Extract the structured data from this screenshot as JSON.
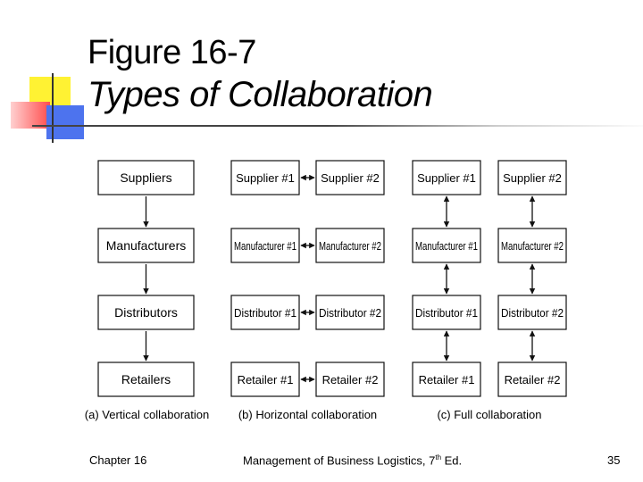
{
  "title": {
    "figure": "Figure 16-7",
    "subtitle": "Types of Collaboration"
  },
  "diagram": {
    "vertical": {
      "labels": [
        "Suppliers",
        "Manufacturers",
        "Distributors",
        "Retailers"
      ],
      "caption": "(a) Vertical collaboration"
    },
    "horizontal": {
      "rows": [
        [
          "Supplier #1",
          "Supplier #2"
        ],
        [
          "Manufacturer #1",
          "Manufacturer #2"
        ],
        [
          "Distributor #1",
          "Distributor #2"
        ],
        [
          "Retailer #1",
          "Retailer #2"
        ]
      ],
      "caption": "(b) Horizontal collaboration"
    },
    "full": {
      "rows": [
        [
          "Supplier #1",
          "Supplier #2"
        ],
        [
          "Manufacturer #1",
          "Manufacturer #2"
        ],
        [
          "Distributor #1",
          "Distributor #2"
        ],
        [
          "Retailer #1",
          "Retailer #2"
        ]
      ],
      "caption": "(c) Full collaboration"
    }
  },
  "footer": {
    "chapter": "Chapter 16",
    "book_pre": "Management of Business Logistics, 7",
    "book_sup": "th",
    "book_post": " Ed.",
    "page": "35"
  },
  "colors": {
    "deco_yellow": "#ffee33",
    "deco_red": "#ff5050",
    "deco_blue": "#4f74f0"
  }
}
